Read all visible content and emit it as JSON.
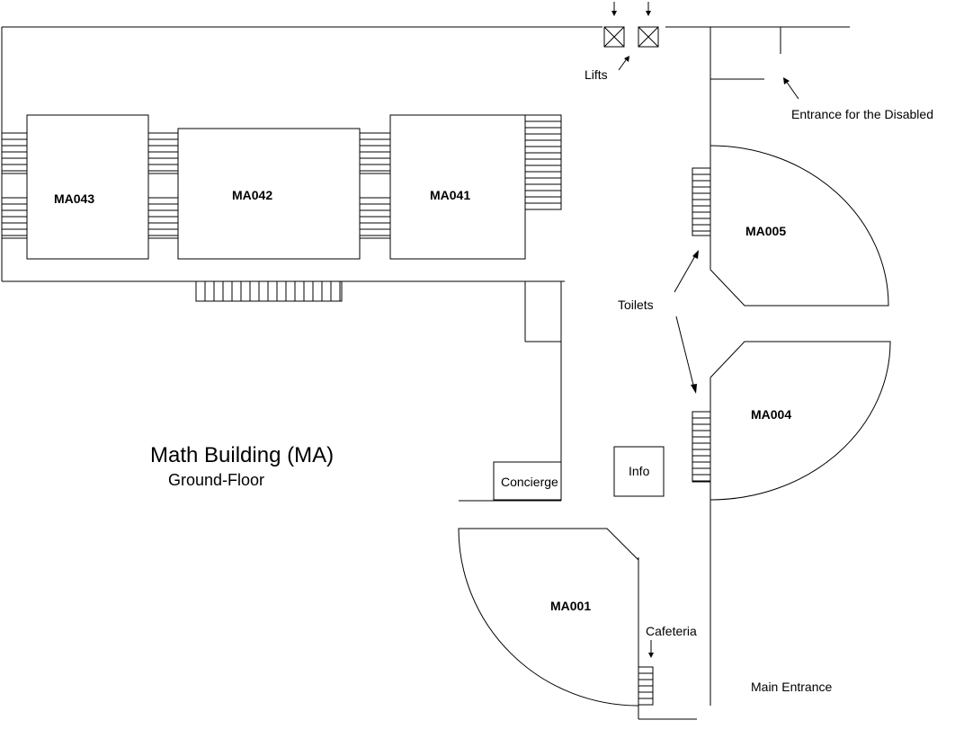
{
  "map": {
    "title": "Math Building (MA)",
    "subtitle": "Ground-Floor",
    "rooms": [
      {
        "id": "MA043",
        "label": "MA043"
      },
      {
        "id": "MA042",
        "label": "MA042"
      },
      {
        "id": "MA041",
        "label": "MA041"
      },
      {
        "id": "MA005",
        "label": "MA005"
      },
      {
        "id": "MA004",
        "label": "MA004"
      },
      {
        "id": "MA001",
        "label": "MA001"
      }
    ],
    "facilities": {
      "lifts": "Lifts",
      "toilets": "Toilets",
      "info": "Info",
      "concierge": "Concierge",
      "cafeteria": "Cafeteria",
      "main_entrance": "Main Entrance",
      "disabled_entrance": "Entrance for the Disabled"
    },
    "colors": {
      "line": "#000000",
      "background": "#ffffff"
    }
  }
}
